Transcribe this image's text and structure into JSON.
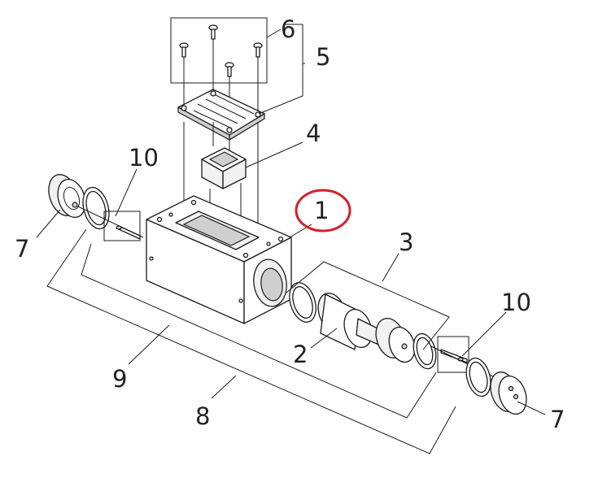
{
  "callouts": {
    "c1": "1",
    "c2": "2",
    "c3": "3",
    "c4": "4",
    "c5": "5",
    "c6": "6",
    "c7_left": "7",
    "c7_right": "7",
    "c8": "8",
    "c9": "9",
    "c10_left": "10",
    "c10_right": "10"
  },
  "colors": {
    "highlight_ring": "#d42027",
    "line": "#1a1a1a",
    "label": "#222222"
  }
}
